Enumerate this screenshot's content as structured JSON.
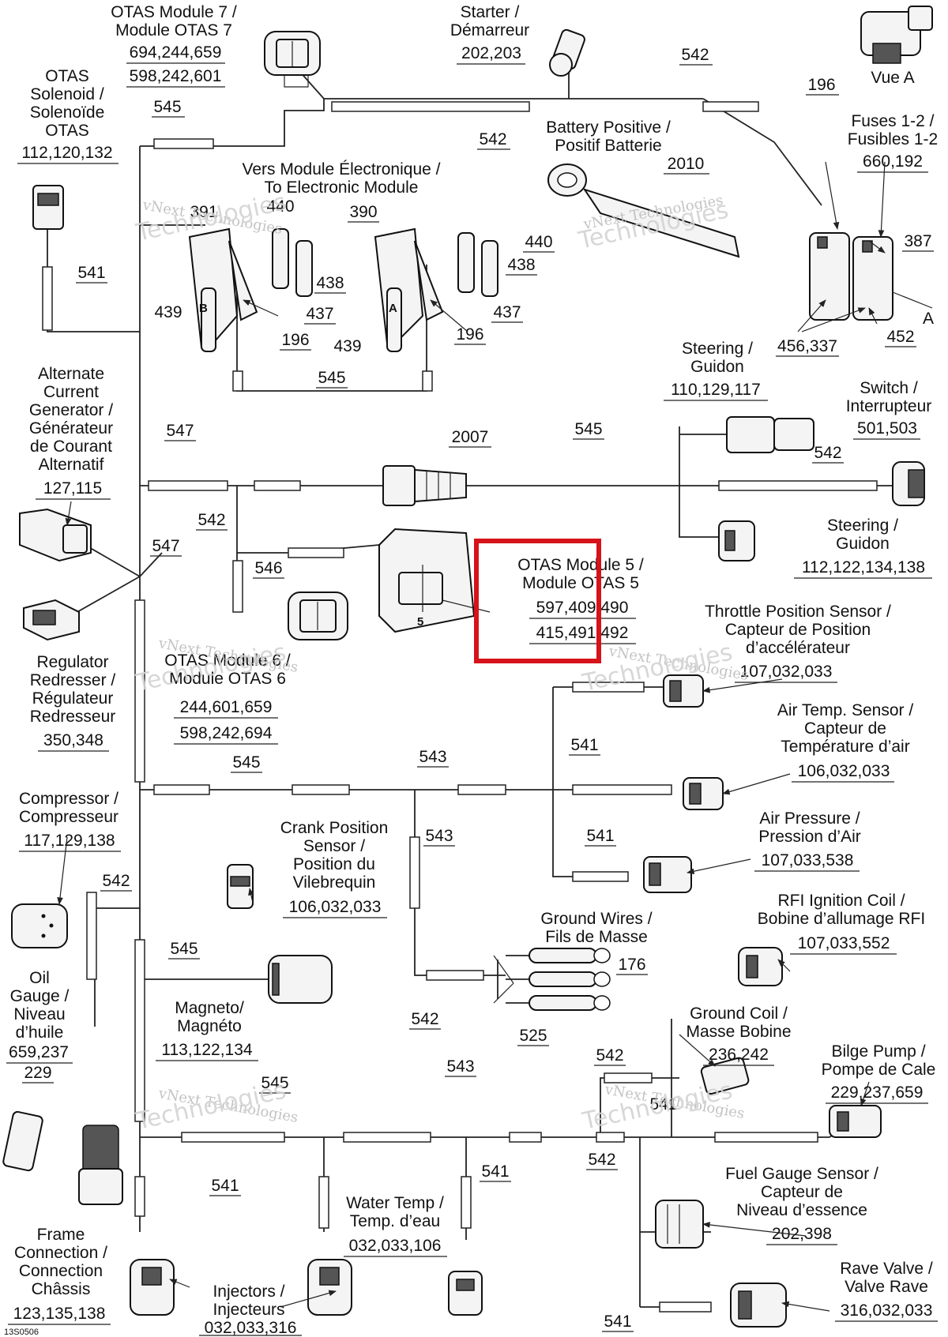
{
  "labels": {
    "otas7_en": "OTAS Module 7 /",
    "otas7_fr": "Module OTAS 7",
    "otas7_pn1": "694,244,659",
    "otas7_pn2": "598,242,601",
    "otas_sol_1": "OTAS",
    "otas_sol_2": "Solenoid /",
    "otas_sol_3": "Solenoïde",
    "otas_sol_4": "OTAS",
    "otas_sol_pn": "112,120,132",
    "starter_en": "Starter /",
    "starter_fr": "Démarreur",
    "starter_pn": "202,203",
    "vue_a": "Vue A",
    "battery_en": "Battery Positive /",
    "battery_fr": "Positif Batterie",
    "fuses_en": "Fuses 1-2 /",
    "fuses_fr": "Fusibles 1-2",
    "fuses_pn": "660,192",
    "vers_module": "Vers Module Électronique /",
    "to_module": "To Electronic Module",
    "steering1_en": "Steering /",
    "steering1_fr": "Guidon",
    "steering1_pn": "110,129,117",
    "switch_en": "Switch /",
    "switch_fr": "Interrupteur",
    "switch_pn": "501,503",
    "alt_1": "Alternate",
    "alt_2": "Current",
    "alt_3": "Generator /",
    "alt_4": "Générateur",
    "alt_5": "de Courant",
    "alt_6": "Alternatif",
    "alt_pn": "127,115",
    "steering2_en": "Steering /",
    "steering2_fr": "Guidon",
    "steering2_pn": "112,122,134,138",
    "otas5_en": "OTAS Module 5 /",
    "otas5_fr": "Module OTAS 5",
    "otas5_pn1": "597,409,490",
    "otas5_pn2": "415,491,492",
    "tps_1": "Throttle Position Sensor /",
    "tps_2": "Capteur de Position",
    "tps_3": "d’accélérateur",
    "tps_pn": "107,032,033",
    "reg_1": "Regulator",
    "reg_2": "Redresser /",
    "reg_3": "Régulateur",
    "reg_4": "Redresseur",
    "reg_pn": "350,348",
    "otas6_en": "OTAS Module 6 /",
    "otas6_fr": "Module OTAS 6",
    "otas6_pn1": "244,601,659",
    "otas6_pn2": "598,242,694",
    "air_temp_1": "Air Temp. Sensor /",
    "air_temp_2": "Capteur de",
    "air_temp_3": "Température d’air",
    "air_temp_pn": "106,032,033",
    "compressor_en": "Compressor /",
    "compressor_fr": "Compresseur",
    "compressor_pn": "117,129,138",
    "crank_1": "Crank Position",
    "crank_2": "Sensor /",
    "crank_3": "Position du",
    "crank_4": "Vilebrequin",
    "crank_pn": "106,032,033",
    "air_press_en": "Air Pressure /",
    "air_press_fr": "Pression d’Air",
    "air_press_pn": "107,033,538",
    "ground_wires_en": "Ground Wires /",
    "ground_wires_fr": "Fils de Masse",
    "rfi_en": "RFI Ignition Coil /",
    "rfi_fr": "Bobine d’allumage RFI",
    "rfi_pn": "107,033,552",
    "oil_1": "Oil",
    "oil_2": "Gauge /",
    "oil_3": "Niveau",
    "oil_4": "d’huile",
    "oil_pn": "659,237",
    "magneto_en": "Magneto/",
    "magneto_fr": "Magnéto",
    "magneto_pn": "113,122,134",
    "ground_coil_en": "Ground Coil /",
    "ground_coil_fr": "Masse Bobine",
    "ground_coil_pn": "236,242",
    "bilge_en": "Bilge Pump /",
    "bilge_fr": "Pompe de Cale",
    "bilge_pn": "229,237,659",
    "fuel_1": "Fuel Gauge Sensor /",
    "fuel_2": "Capteur de",
    "fuel_3": "Niveau d’essence",
    "fuel_pn": "202,398",
    "water_en": "Water Temp /",
    "water_fr": "Temp. d’eau",
    "water_pn": "032,033,106",
    "frame_1": "Frame",
    "frame_2": "Connection /",
    "frame_3": "Connection",
    "frame_4": "Châssis",
    "frame_pn": "123,135,138",
    "injectors_en": "Injectors /",
    "injectors_fr": "Injecteurs",
    "injectors_pn": "032,033,316",
    "rave_en": "Rave Valve /",
    "rave_fr": "Valve Rave",
    "rave_pn": "316,032,033",
    "letter_a": "A",
    "letter_b": "B",
    "letter_5": "5",
    "figure_code": "13S0506"
  },
  "callouts": {
    "c196a": "196",
    "c542a": "542",
    "c545a": "545",
    "c542b": "542",
    "c2010": "2010",
    "c391": "391",
    "c440a": "440",
    "c390": "390",
    "c440b": "440",
    "c438a": "438",
    "c438b": "438",
    "c387": "387",
    "c541a": "541",
    "c437a": "437",
    "c437b": "437",
    "c439a": "439",
    "c439b": "439",
    "c196b": "196",
    "c196c": "196",
    "c456": "456,337",
    "c452": "452",
    "c545b": "545",
    "c547a": "547",
    "c2007": "2007",
    "c545c": "545",
    "c542c": "542",
    "c542d": "542",
    "c547b": "547",
    "c546": "546",
    "c545d": "545",
    "c543a": "543",
    "c541b": "541",
    "c543b": "543",
    "c542e": "542",
    "c541c": "541",
    "c545e": "545",
    "c176": "176",
    "c229": "229",
    "c542f": "542",
    "c525": "525",
    "c542g": "542",
    "c543c": "543",
    "c545f": "545",
    "c541d": "541",
    "c542h": "542",
    "c541e": "541",
    "c541f": "541",
    "c541g": "541",
    "c_a_arrow": "A"
  },
  "watermark": {
    "line1": "vNext Technologies",
    "line2": "Technologies"
  }
}
